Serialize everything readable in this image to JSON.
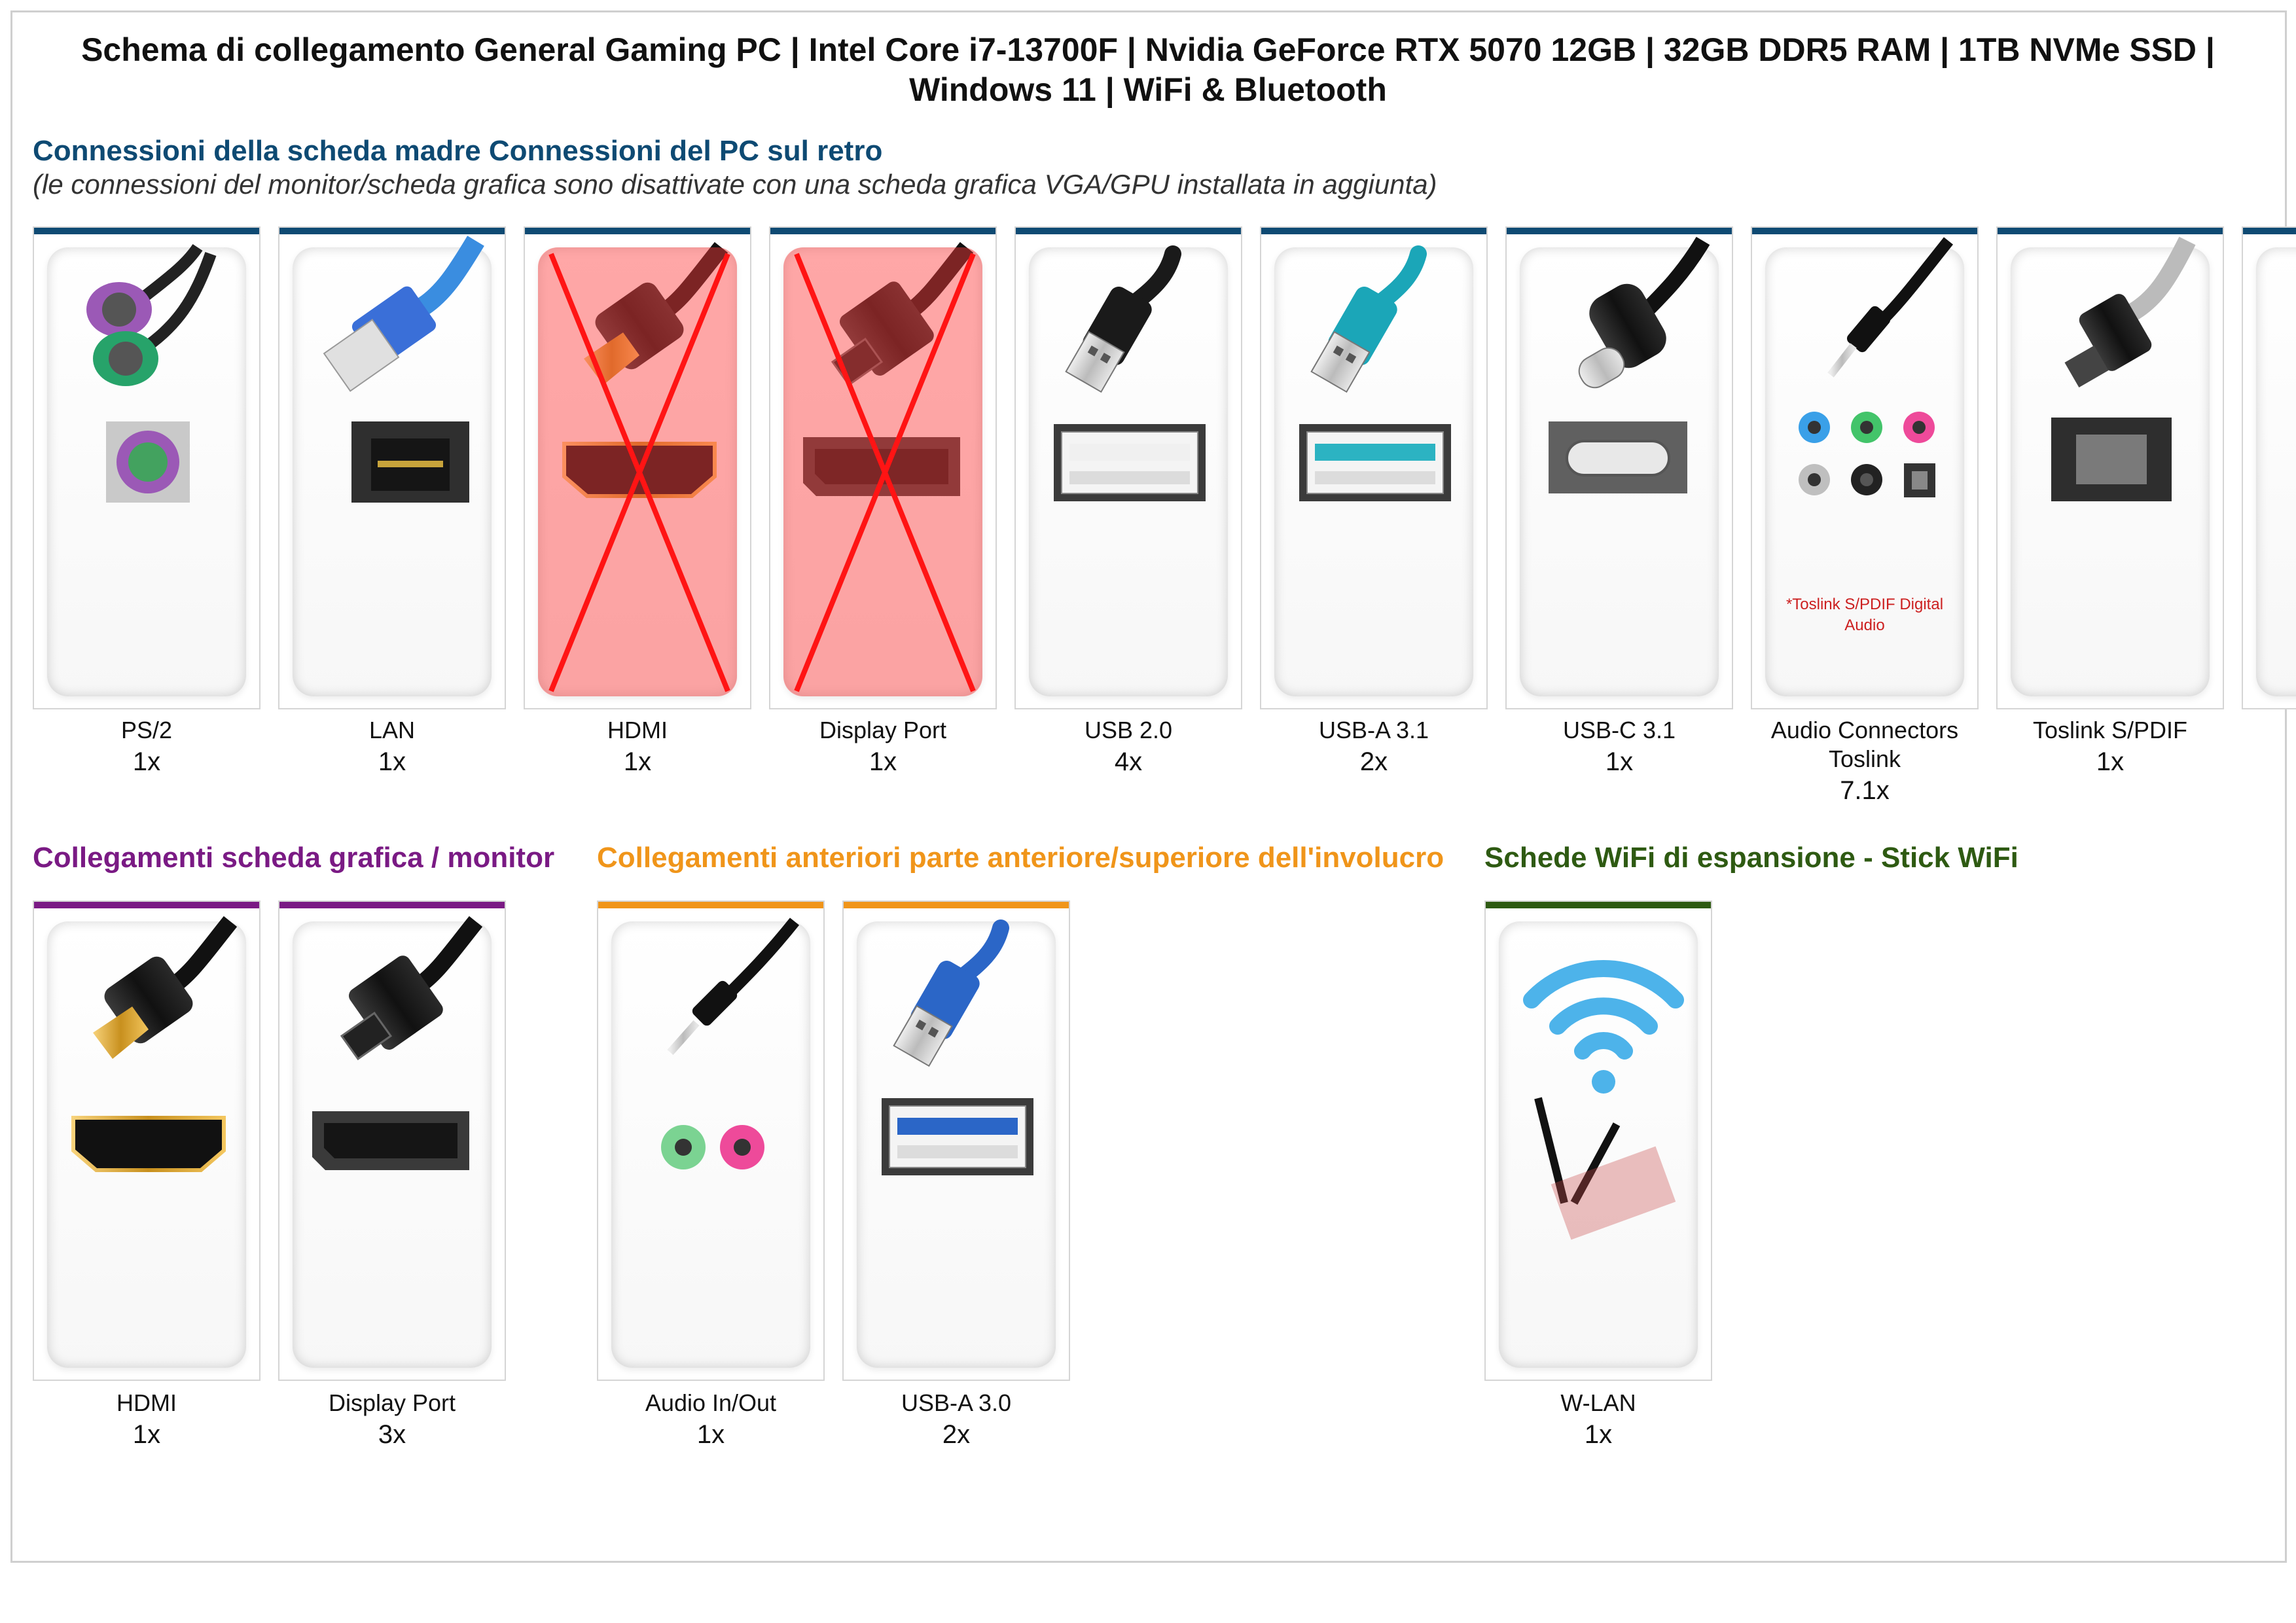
{
  "title": "Schema di collegamento General Gaming PC | Intel Core i7-13700F | Nvidia GeForce RTX 5070 12GB | 32GB DDR5 RAM | 1TB NVMe SSD | Windows 11 | WiFi & Bluetooth",
  "colors": {
    "motherboard": "#0e4a73",
    "graphics": "#7a1a84",
    "front": "#f0951a",
    "wifi": "#2e5a12",
    "disabled_overlay": "#ff3c3c",
    "note": "#cc1f1f"
  },
  "sections": {
    "motherboard": {
      "heading": "Connessioni della scheda madre Connessioni del PC sul retro",
      "subheading": "(le connessioni del monitor/scheda grafica sono disattivate con una scheda grafica VGA/GPU installata in aggiunta)",
      "items": [
        {
          "label": "PS/2",
          "count": "1x",
          "icon": "ps2-connector-icon"
        },
        {
          "label": "LAN",
          "count": "1x",
          "icon": "lan-rj45-icon"
        },
        {
          "label": "HDMI",
          "count": "1x",
          "icon": "hdmi-icon",
          "disabled": true
        },
        {
          "label": "Display Port",
          "count": "1x",
          "icon": "displayport-icon",
          "disabled": true
        },
        {
          "label": "USB 2.0",
          "count": "4x",
          "icon": "usb-a-black-icon"
        },
        {
          "label": "USB-A 3.1",
          "count": "2x",
          "icon": "usb-a-teal-icon"
        },
        {
          "label": "USB-C 3.1",
          "count": "1x",
          "icon": "usb-c-icon"
        },
        {
          "label": "Audio Connectors\nToslink",
          "count": "7.1x",
          "icon": "audio-jacks-icon",
          "note": "*Toslink S/PDIF Digital Audio"
        },
        {
          "label": "Toslink S/PDIF",
          "count": "1x",
          "icon": "toslink-icon"
        }
      ]
    },
    "graphics": {
      "heading": "Collegamenti scheda grafica / monitor",
      "items": [
        {
          "label": "HDMI",
          "count": "1x",
          "icon": "hdmi-icon"
        },
        {
          "label": "Display Port",
          "count": "3x",
          "icon": "displayport-icon"
        }
      ]
    },
    "front": {
      "heading": "Collegamenti anteriori parte anteriore/superiore dell'involucro",
      "items": [
        {
          "label": "Audio In/Out",
          "count": "1x",
          "icon": "audio-front-icon"
        },
        {
          "label": "USB-A 3.0",
          "count": "2x",
          "icon": "usb-a-blue-icon"
        }
      ]
    },
    "wifi": {
      "heading": "Schede WiFi di espansione - Stick WiFi",
      "items": [
        {
          "label": "W-LAN",
          "count": "1x",
          "icon": "wifi-icon"
        }
      ]
    }
  }
}
